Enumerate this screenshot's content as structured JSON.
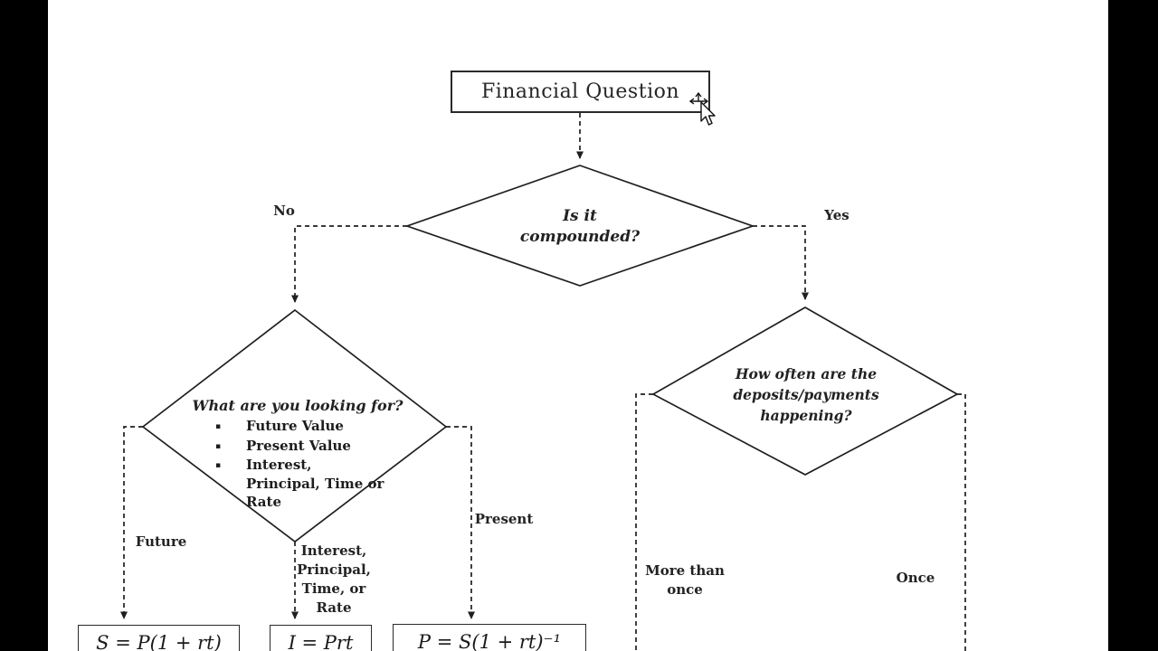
{
  "colors": {
    "background": "#ffffff",
    "pillar": "#000000",
    "line": "#1f1f1f",
    "text": "#1d1d1d"
  },
  "flowchart": {
    "title": "Financial Question",
    "decision_compounded": {
      "lines": [
        "Is it",
        "compounded?"
      ]
    },
    "decision_looking_for": {
      "heading": "What are you looking for?",
      "bullet_glyph": "▪",
      "items": [
        "Future Value",
        "Present Value",
        "Interest, Principal, Time or Rate"
      ]
    },
    "decision_deposits": {
      "lines": [
        "How often are the",
        "deposits/payments",
        "happening?"
      ]
    },
    "edge_labels": {
      "no": "No",
      "yes": "Yes",
      "future": "Future",
      "interest_lines": [
        "Interest,",
        "Principal,",
        "Time, or",
        "Rate"
      ],
      "present": "Present",
      "more_than_once_lines": [
        "More than",
        "once"
      ],
      "once": "Once"
    },
    "formulas": {
      "future_value": "S = P(1 + rt)",
      "interest": "I = Prt",
      "present_value": "P = S(1 + rt)⁻¹"
    }
  }
}
